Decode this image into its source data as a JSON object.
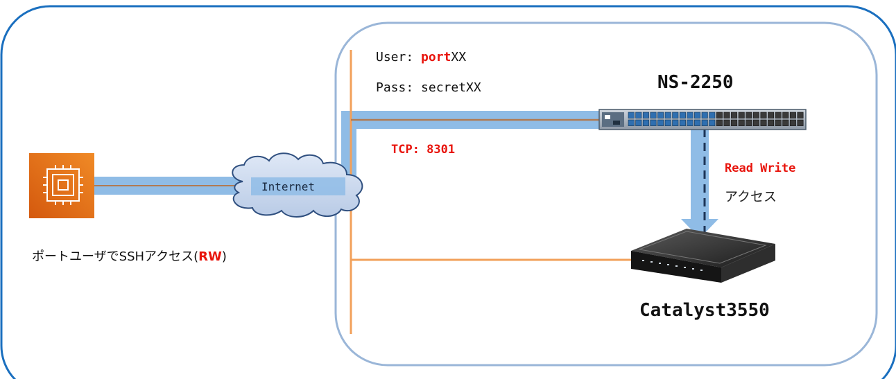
{
  "credentials": {
    "user_label": "User: ",
    "user_highlight": "port",
    "user_suffix": "XX",
    "pass_label": "Pass: ",
    "pass_value": "secretXX"
  },
  "tcp_label": "TCP: 8301",
  "cloud_label": "Internet",
  "ns_title": "NS-2250",
  "catalyst_title": "Catalyst3550",
  "access": {
    "mode": "Read Write",
    "word": "アクセス"
  },
  "left_caption": {
    "prefix": "ポートユーザでSSHアクセス(",
    "highlight": "RW",
    "suffix": ")"
  },
  "colors": {
    "outer_border": "#1a6fbf",
    "inner_border": "#9ab6d8",
    "flow_blue": "#8fbce6",
    "cable_orange": "#f2a05a",
    "red_text": "#e8140c",
    "aws_orange": "#e8791b"
  }
}
